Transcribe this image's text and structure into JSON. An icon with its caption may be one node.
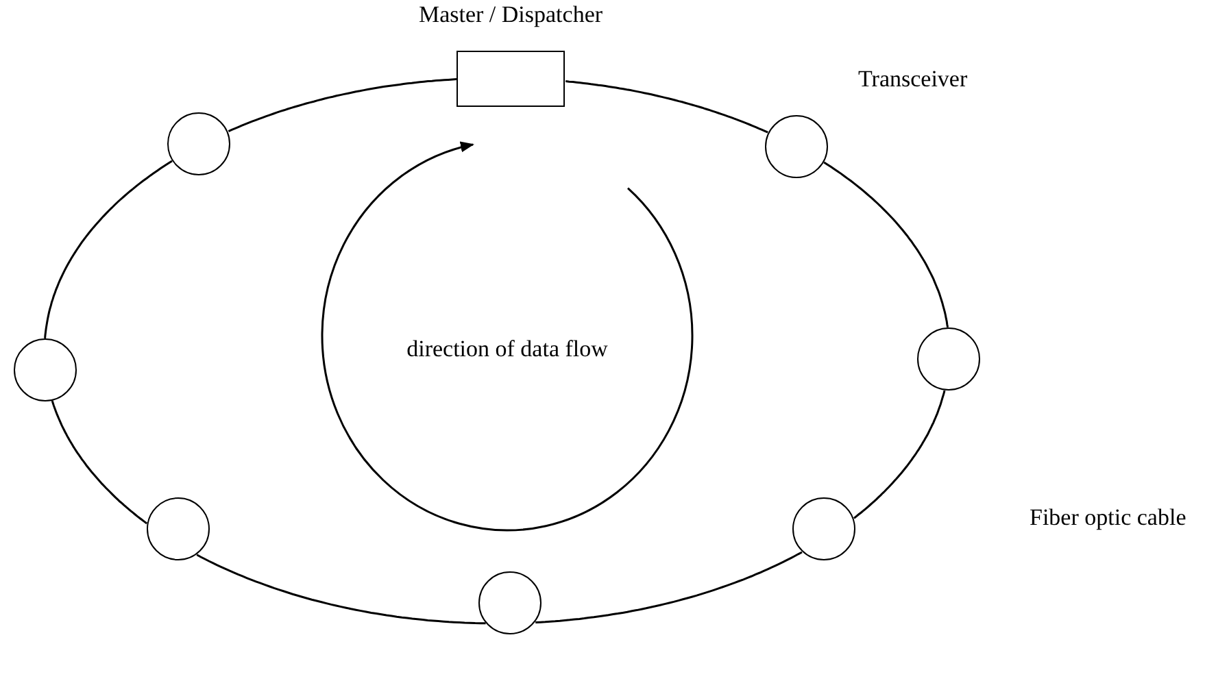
{
  "diagram": {
    "nodes": [
      {
        "text": [
          "Master / Dispatcher"
        ]
      },
      {
        "text": [],
        "shape": "circle"
      },
      {
        "text": [],
        "shape": "circle",
        "beside": [
          "Transceiver"
        ]
      },
      {
        "text": [],
        "shape": "circle"
      },
      {
        "text": [],
        "shape": "circle"
      },
      {
        "text": [],
        "shape": "circle"
      },
      {
        "text": [],
        "shape": "circle"
      },
      {
        "text": [],
        "shape": "circle"
      }
    ],
    "edges": [
      {
        "from": 0,
        "to": 2,
        "arrow": "none"
      },
      {
        "from": 2,
        "to": 4,
        "arrow": "none"
      },
      {
        "from": 4,
        "to": 6,
        "arrow": "none"
      },
      {
        "from": 6,
        "to": 7,
        "arrow": "none"
      },
      {
        "from": 7,
        "to": 5,
        "arrow": "none"
      },
      {
        "from": 5,
        "to": 3,
        "arrow": "none"
      },
      {
        "from": 3,
        "to": 1,
        "arrow": "none"
      },
      {
        "from": 1,
        "to": 0,
        "arrow": "none"
      }
    ],
    "labels": [
      "direction of data flow",
      "Fiber optic cable"
    ]
  }
}
